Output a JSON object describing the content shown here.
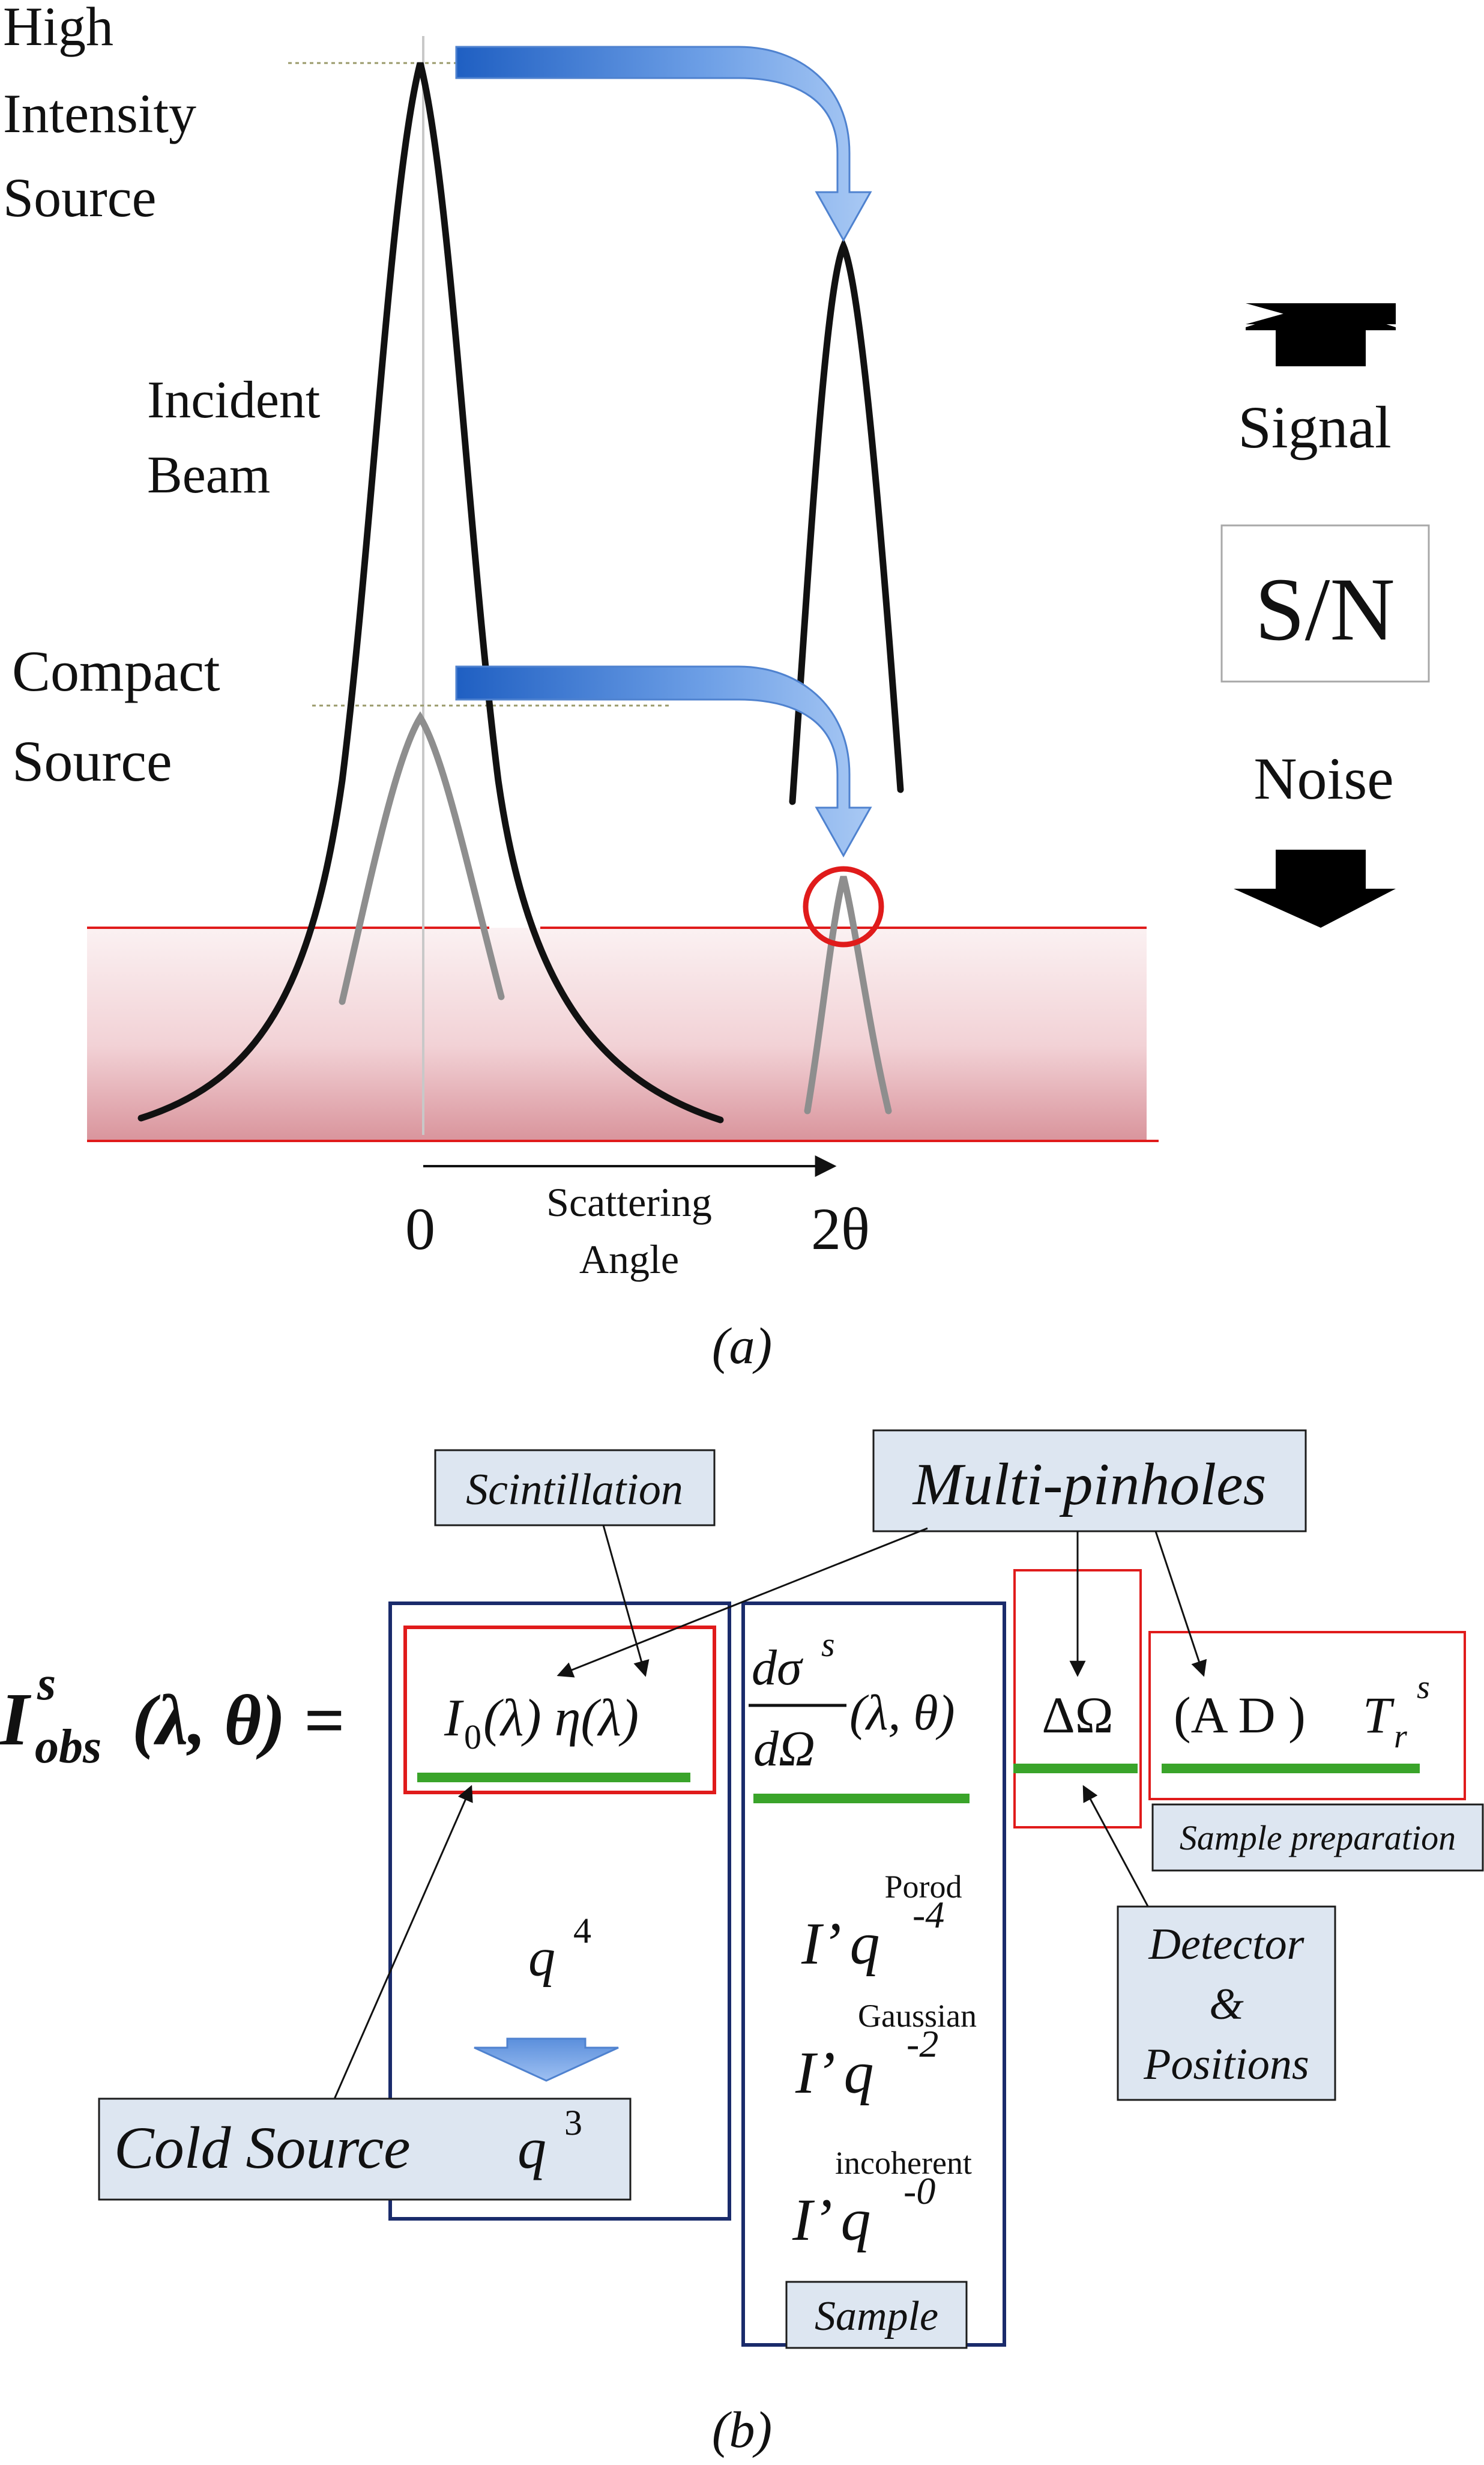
{
  "panel_a": {
    "label_high_line1": "High",
    "label_high_line2": "Intensity",
    "label_high_line3": "Source",
    "label_incident_line1": "Incident",
    "label_incident_line2": "Beam",
    "label_compact_line1": "Compact",
    "label_compact_line2": "Source",
    "signal": "Signal",
    "sn": "S/N",
    "noise": "Noise",
    "axis_zero": "0",
    "axis_label_line1": "Scattering",
    "axis_label_line2": "Angle",
    "axis_two_theta": "2θ",
    "caption": "(a)"
  },
  "panel_b": {
    "scintillation": "Scintillation",
    "multi_pinholes": "Multi-pinholes",
    "lhs_main": "I",
    "lhs_sup": "s",
    "lhs_sub": "obs",
    "lhs_args": "(λ, θ) =",
    "term1_I": "I",
    "term1_sub": "0",
    "term1_rest": "(λ) η(λ)",
    "cross_num": "dσ",
    "cross_num_sup": "s",
    "cross_den": "dΩ",
    "cross_args": "(λ, θ)",
    "delta_omega": "ΔΩ",
    "ad_term": "(A D )",
    "tr_T": "T",
    "tr_sub": "r",
    "tr_sup": "s",
    "sample_prep": "Sample preparation",
    "q4_q": "q",
    "q4_exp": "4",
    "cold_source": "Cold Source",
    "q3_q": "q",
    "q3_exp": "3",
    "porod": "Porod",
    "porod_term": "I’ q",
    "porod_exp": "-4",
    "gaussian": "Gaussian",
    "gaussian_term": "I’ q",
    "gaussian_exp": "-2",
    "incoherent": "incoherent",
    "incoherent_term": "I’ q",
    "incoherent_exp": "-0",
    "sample": "Sample",
    "detector_line1": "Detector",
    "detector_line2": "&",
    "detector_line3": "Positions",
    "caption": "(b)"
  },
  "colors": {
    "red": "#e01b1b",
    "navy": "#1a2b6b",
    "green": "#3aa42a",
    "label_fill": "#dde6f1",
    "arrow_blue": "#6f9fe3",
    "curve_gray": "#8e8e8e"
  }
}
